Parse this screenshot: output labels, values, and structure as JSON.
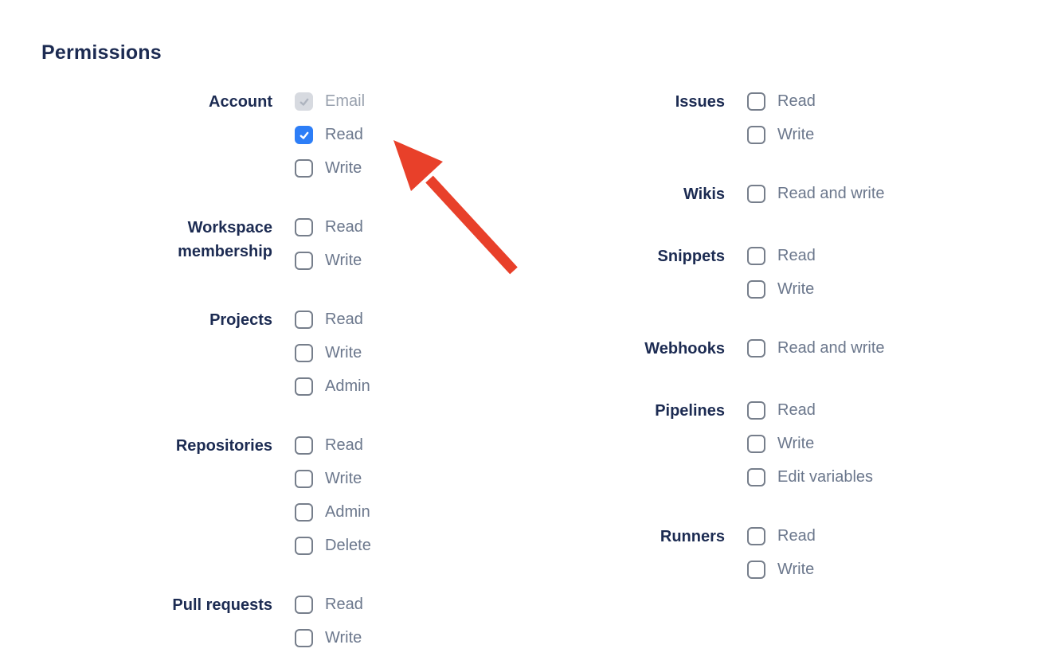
{
  "heading": "Permissions",
  "colors": {
    "heading_text": "#1C2B52",
    "option_label": "#6B778C",
    "checkbox_checked": "#2D7EF7",
    "checkbox_border": "#767E8B",
    "checkbox_disabled_bg": "#D7DAE0",
    "arrow": "#E8402A"
  },
  "annotation": {
    "type": "arrow",
    "color": "#E8402A",
    "points_at": "Account Read checkbox"
  },
  "columns": [
    {
      "groups": [
        {
          "label": "Account",
          "options": [
            {
              "label": "Email",
              "state": "checked-disabled"
            },
            {
              "label": "Read",
              "state": "checked"
            },
            {
              "label": "Write",
              "state": "unchecked"
            }
          ]
        },
        {
          "label": "Workspace membership",
          "options": [
            {
              "label": "Read",
              "state": "unchecked"
            },
            {
              "label": "Write",
              "state": "unchecked"
            }
          ]
        },
        {
          "label": "Projects",
          "options": [
            {
              "label": "Read",
              "state": "unchecked"
            },
            {
              "label": "Write",
              "state": "unchecked"
            },
            {
              "label": "Admin",
              "state": "unchecked"
            }
          ]
        },
        {
          "label": "Repositories",
          "options": [
            {
              "label": "Read",
              "state": "unchecked"
            },
            {
              "label": "Write",
              "state": "unchecked"
            },
            {
              "label": "Admin",
              "state": "unchecked"
            },
            {
              "label": "Delete",
              "state": "unchecked"
            }
          ]
        },
        {
          "label": "Pull requests",
          "options": [
            {
              "label": "Read",
              "state": "unchecked"
            },
            {
              "label": "Write",
              "state": "unchecked"
            }
          ]
        }
      ]
    },
    {
      "groups": [
        {
          "label": "Issues",
          "options": [
            {
              "label": "Read",
              "state": "unchecked"
            },
            {
              "label": "Write",
              "state": "unchecked"
            }
          ]
        },
        {
          "label": "Wikis",
          "options": [
            {
              "label": "Read and write",
              "state": "unchecked"
            }
          ]
        },
        {
          "label": "Snippets",
          "options": [
            {
              "label": "Read",
              "state": "unchecked"
            },
            {
              "label": "Write",
              "state": "unchecked"
            }
          ]
        },
        {
          "label": "Webhooks",
          "options": [
            {
              "label": "Read and write",
              "state": "unchecked"
            }
          ]
        },
        {
          "label": "Pipelines",
          "options": [
            {
              "label": "Read",
              "state": "unchecked"
            },
            {
              "label": "Write",
              "state": "unchecked"
            },
            {
              "label": "Edit variables",
              "state": "unchecked"
            }
          ]
        },
        {
          "label": "Runners",
          "options": [
            {
              "label": "Read",
              "state": "unchecked"
            },
            {
              "label": "Write",
              "state": "unchecked"
            }
          ]
        }
      ]
    }
  ]
}
